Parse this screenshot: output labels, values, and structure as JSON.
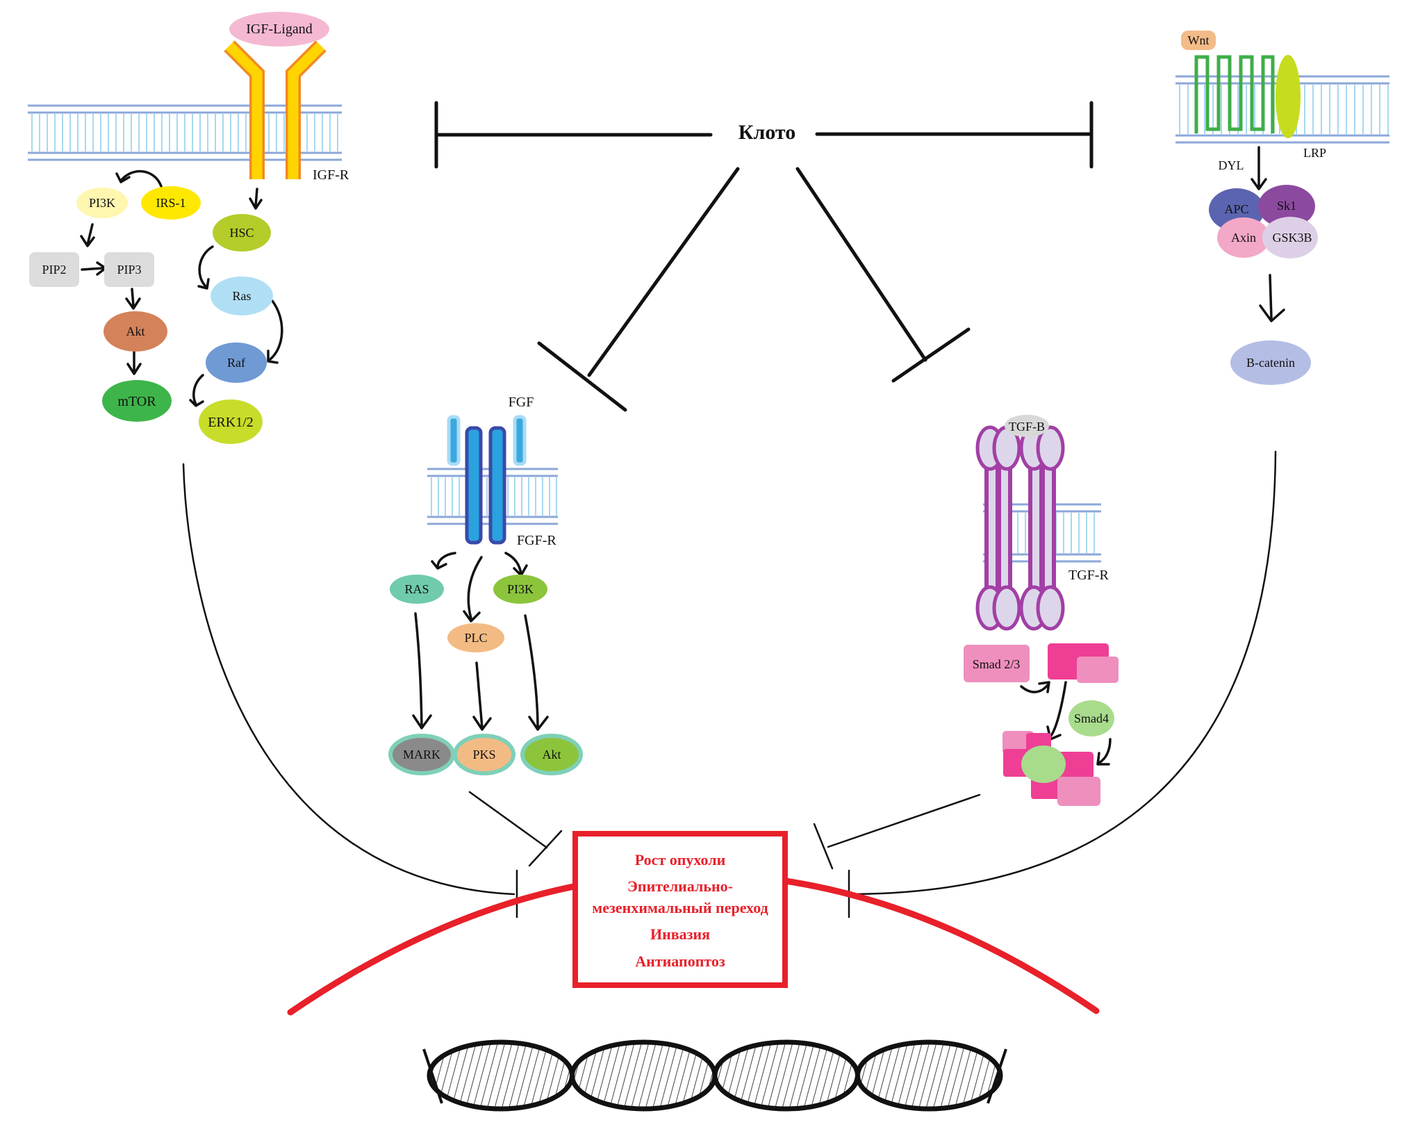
{
  "title": "Klotho inhibition of signaling pathways",
  "center": {
    "klotho_label": "Клото"
  },
  "igf_pathway": {
    "ligand": "IGF-Ligand",
    "receptor": "IGF-R",
    "nodes": {
      "pi3k": "PI3K",
      "irs1": "IRS-1",
      "pip2": "PIP2",
      "pip3": "PIP3",
      "akt": "Akt",
      "mtor": "mTOR",
      "hsc": "HSC",
      "ras": "Ras",
      "raf": "Raf",
      "erk": "ERK1/2"
    }
  },
  "wnt_pathway": {
    "ligand": "Wnt",
    "dyl": "DYL",
    "lrp": "LRP",
    "nodes": {
      "apc": "APC",
      "sk1": "Sk1",
      "axin": "Axin",
      "gsk3b": "GSK3B",
      "bcatenin": "B-catenin"
    }
  },
  "fgf_pathway": {
    "ligand": "FGF",
    "receptor": "FGF-R",
    "nodes": {
      "ras": "RAS",
      "pi3k": "PI3K",
      "plc": "PLC",
      "mark": "MARK",
      "pks": "PKS",
      "akt": "Akt"
    }
  },
  "tgf_pathway": {
    "ligand": "TGF-B",
    "receptor": "TGF-R",
    "nodes": {
      "smad23": "Smad 2/3",
      "smad4": "Smad4"
    }
  },
  "outcomes": {
    "line1": "Рост опухоли",
    "line2a": "Эпителиально-",
    "line2b": "мезенхимальный переход",
    "line3": "Инвазия",
    "line4": "Антиапоптоз"
  },
  "colors": {
    "outcome_red": "#e8202a",
    "igf_ligand": "#f5b8d2",
    "igf_receptor": "#ffd400",
    "membrane": "#8ba7d8"
  }
}
